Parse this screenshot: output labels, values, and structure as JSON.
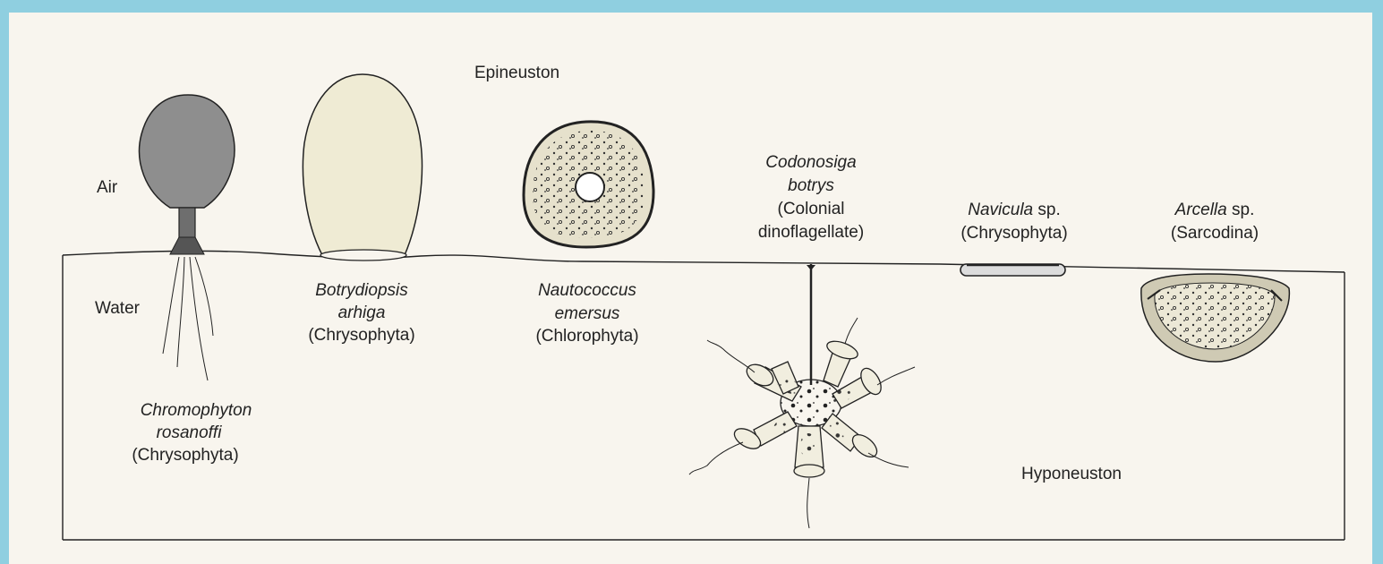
{
  "zones": {
    "epineuston": "Epineuston",
    "hyponeuston": "Hyponeuston",
    "air": "Air",
    "water": "Water"
  },
  "organisms": [
    {
      "id": "chromophyton",
      "genus_line1": "Chromophyton",
      "genus_line2": "rosanoffi",
      "group": "(Chrysophyta)"
    },
    {
      "id": "botrydiopsis",
      "genus_line1": "Botrydiopsis",
      "genus_line2": "arhiga",
      "group": "(Chrysophyta)"
    },
    {
      "id": "nautococcus",
      "genus_line1": "Nautococcus",
      "genus_line2": "emersus",
      "group": "(Chlorophyta)"
    },
    {
      "id": "codonosiga",
      "genus_line1": "Codonosiga",
      "genus_line2": "botrys",
      "group_line1": "(Colonial",
      "group_line2": "dinoflagellate)"
    },
    {
      "id": "navicula",
      "genus": "Navicula",
      "suffix": " sp.",
      "group": "(Chrysophyta)"
    },
    {
      "id": "arcella",
      "genus": "Arcella",
      "suffix": " sp.",
      "group": "(Sarcodina)"
    }
  ],
  "colors": {
    "background": "#8fcfe0",
    "panel": "#f8f5ee",
    "chromophyton_fill": "#8e8e8e",
    "botrydiopsis_fill": "#efebd4",
    "cell_fill": "#e6e1cc",
    "ink": "#222222"
  }
}
